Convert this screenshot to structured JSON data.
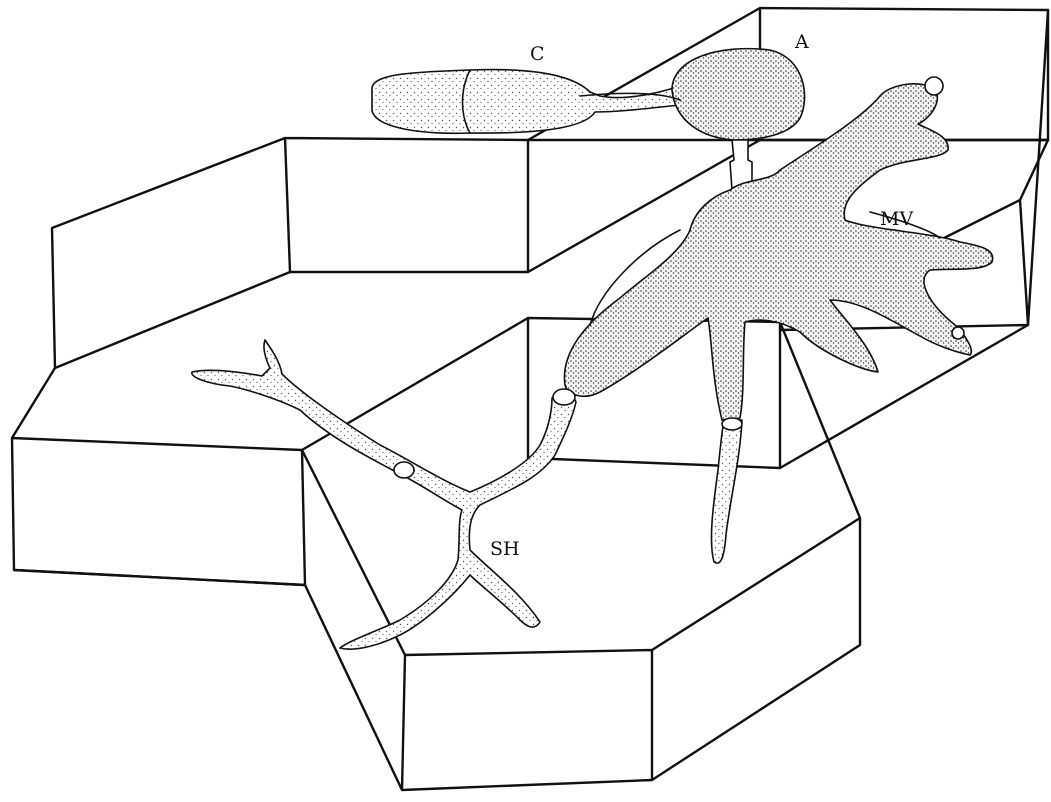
{
  "figure": {
    "labels": {
      "C": "C",
      "A": "A",
      "MV": "MV",
      "SH": "SH"
    }
  },
  "colors": {
    "ink": "#111111",
    "background": "#ffffff",
    "stipple": "#444444"
  }
}
